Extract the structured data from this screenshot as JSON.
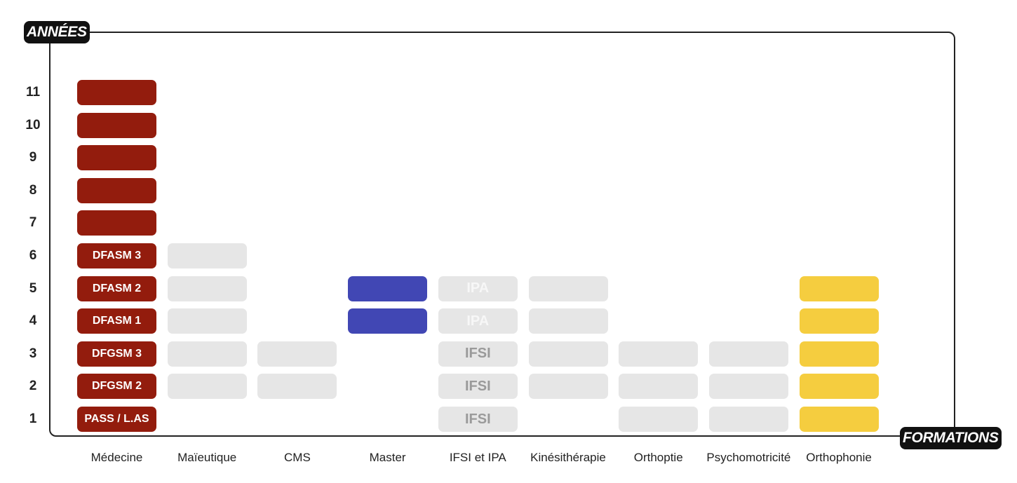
{
  "tags": {
    "y_axis": "ANNÉES",
    "x_axis": "FORMATIONS"
  },
  "years": [
    "1",
    "2",
    "3",
    "4",
    "5",
    "6",
    "7",
    "8",
    "9",
    "10",
    "11"
  ],
  "formations": [
    "Médecine",
    "Maïeutique",
    "CMS",
    "Master",
    "IFSI et IPA",
    "Kinésithérapie",
    "Orthoptie",
    "Psychomotricité",
    "Orthophonie"
  ],
  "colors": {
    "medecine": "#931c0d",
    "master": "#4147b4",
    "orthophonie": "#f5cd3f",
    "grey": "#e6e6e6",
    "grey_text": "#9a9a9a",
    "faint_text": "#f7f7f7"
  },
  "cells": [
    {
      "col": 0,
      "year": 1,
      "label": "PASS / L.AS",
      "color": "medecine"
    },
    {
      "col": 0,
      "year": 2,
      "label": "DFGSM 2",
      "color": "medecine"
    },
    {
      "col": 0,
      "year": 3,
      "label": "DFGSM 3",
      "color": "medecine"
    },
    {
      "col": 0,
      "year": 4,
      "label": "DFASM 1",
      "color": "medecine"
    },
    {
      "col": 0,
      "year": 5,
      "label": "DFASM 2",
      "color": "medecine"
    },
    {
      "col": 0,
      "year": 6,
      "label": "DFASM 3",
      "color": "medecine"
    },
    {
      "col": 0,
      "year": 7,
      "label": "",
      "color": "medecine"
    },
    {
      "col": 0,
      "year": 8,
      "label": "",
      "color": "medecine"
    },
    {
      "col": 0,
      "year": 9,
      "label": "",
      "color": "medecine"
    },
    {
      "col": 0,
      "year": 10,
      "label": "",
      "color": "medecine"
    },
    {
      "col": 0,
      "year": 11,
      "label": "",
      "color": "medecine"
    },
    {
      "col": 1,
      "year": 2,
      "label": "",
      "color": "grey"
    },
    {
      "col": 1,
      "year": 3,
      "label": "",
      "color": "grey"
    },
    {
      "col": 1,
      "year": 4,
      "label": "",
      "color": "grey"
    },
    {
      "col": 1,
      "year": 5,
      "label": "",
      "color": "grey"
    },
    {
      "col": 1,
      "year": 6,
      "label": "",
      "color": "grey"
    },
    {
      "col": 2,
      "year": 2,
      "label": "",
      "color": "grey"
    },
    {
      "col": 2,
      "year": 3,
      "label": "",
      "color": "grey"
    },
    {
      "col": 3,
      "year": 4,
      "label": "",
      "color": "master"
    },
    {
      "col": 3,
      "year": 5,
      "label": "",
      "color": "master"
    },
    {
      "col": 4,
      "year": 1,
      "label": "IFSI",
      "color": "grey"
    },
    {
      "col": 4,
      "year": 2,
      "label": "IFSI",
      "color": "grey"
    },
    {
      "col": 4,
      "year": 3,
      "label": "IFSI",
      "color": "grey"
    },
    {
      "col": 4,
      "year": 4,
      "label": "IPA",
      "color": "grey",
      "faint": true
    },
    {
      "col": 4,
      "year": 5,
      "label": "IPA",
      "color": "grey",
      "faint": true
    },
    {
      "col": 5,
      "year": 2,
      "label": "",
      "color": "grey"
    },
    {
      "col": 5,
      "year": 3,
      "label": "",
      "color": "grey"
    },
    {
      "col": 5,
      "year": 4,
      "label": "",
      "color": "grey"
    },
    {
      "col": 5,
      "year": 5,
      "label": "",
      "color": "grey"
    },
    {
      "col": 6,
      "year": 1,
      "label": "",
      "color": "grey"
    },
    {
      "col": 6,
      "year": 2,
      "label": "",
      "color": "grey"
    },
    {
      "col": 6,
      "year": 3,
      "label": "",
      "color": "grey"
    },
    {
      "col": 7,
      "year": 1,
      "label": "",
      "color": "grey"
    },
    {
      "col": 7,
      "year": 2,
      "label": "",
      "color": "grey"
    },
    {
      "col": 7,
      "year": 3,
      "label": "",
      "color": "grey"
    },
    {
      "col": 8,
      "year": 1,
      "label": "",
      "color": "orthophonie"
    },
    {
      "col": 8,
      "year": 2,
      "label": "",
      "color": "orthophonie"
    },
    {
      "col": 8,
      "year": 3,
      "label": "",
      "color": "orthophonie"
    },
    {
      "col": 8,
      "year": 4,
      "label": "",
      "color": "orthophonie"
    },
    {
      "col": 8,
      "year": 5,
      "label": "",
      "color": "orthophonie"
    }
  ]
}
